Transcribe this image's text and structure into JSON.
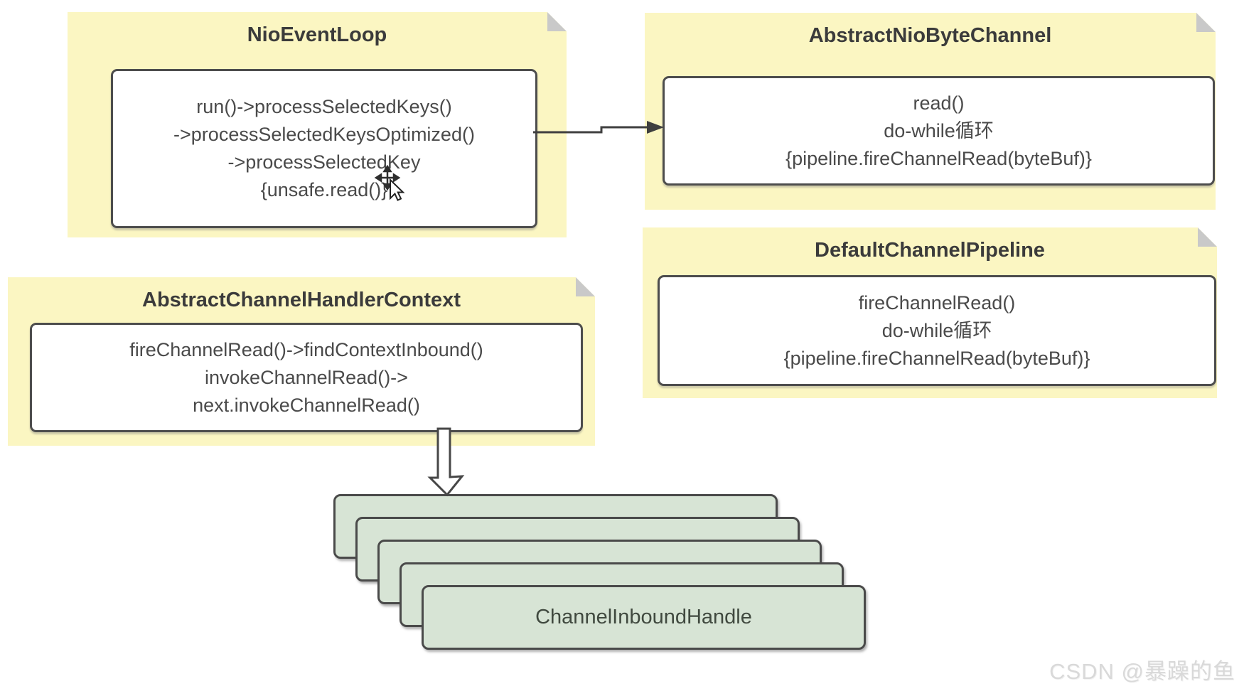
{
  "diagram": {
    "notes": [
      {
        "id": "nio-event-loop",
        "title": "NioEventLoop",
        "lines": [
          "run()->processSelectedKeys()",
          "->processSelectedKeysOptimized()",
          "->processSelectedKey",
          "{unsafe.read()}"
        ]
      },
      {
        "id": "abstract-nio-byte-channel",
        "title": "AbstractNioByteChannel",
        "lines": [
          "read()",
          "do-while循环",
          "{pipeline.fireChannelRead(byteBuf)}"
        ]
      },
      {
        "id": "default-channel-pipeline",
        "title": "DefaultChannelPipeline",
        "lines": [
          "fireChannelRead()",
          "do-while循环",
          "{pipeline.fireChannelRead(byteBuf)}"
        ]
      },
      {
        "id": "abstract-channel-handler-context",
        "title": "AbstractChannelHandlerContext",
        "lines": [
          "fireChannelRead()->findContextInbound()",
          "invokeChannelRead()->",
          "next.invokeChannelRead()"
        ]
      }
    ],
    "handler_stack": {
      "label": "ChannelInboundHandle",
      "count": 5
    },
    "watermark": "CSDN @暴躁的鱼",
    "colors": {
      "note_bg": "#FBF6C2",
      "fold_gray": "#C9C9C9",
      "box_border": "#4D4D4D",
      "green_bg": "#D7E4D5",
      "arrow": "#3F3F3F",
      "watermark_gray": "#D9D9D9"
    }
  }
}
